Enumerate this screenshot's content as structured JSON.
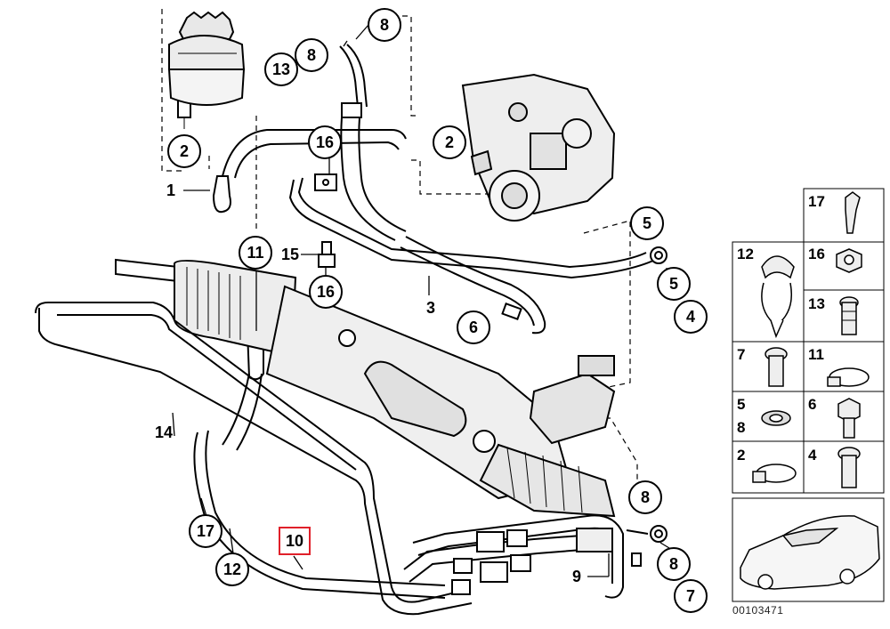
{
  "callouts": [
    {
      "id": "c-8-top",
      "label": "8"
    },
    {
      "id": "c-8-upper",
      "label": "8"
    },
    {
      "id": "c-13",
      "label": "13"
    },
    {
      "id": "c-2-left",
      "label": "2"
    },
    {
      "id": "c-2-pump",
      "label": "2"
    },
    {
      "id": "c-16-upper",
      "label": "16"
    },
    {
      "id": "c-11",
      "label": "11"
    },
    {
      "id": "c-16-lower",
      "label": "16"
    },
    {
      "id": "c-5-a",
      "label": "5"
    },
    {
      "id": "c-5-b",
      "label": "5"
    },
    {
      "id": "c-4",
      "label": "4"
    },
    {
      "id": "c-6",
      "label": "6"
    },
    {
      "id": "c-8-mid",
      "label": "8"
    },
    {
      "id": "c-8-low",
      "label": "8"
    },
    {
      "id": "c-7",
      "label": "7"
    },
    {
      "id": "c-17",
      "label": "17"
    },
    {
      "id": "c-12",
      "label": "12"
    }
  ],
  "plain_labels": [
    {
      "id": "p-1",
      "label": "1"
    },
    {
      "id": "p-15",
      "label": "15"
    },
    {
      "id": "p-3",
      "label": "3"
    },
    {
      "id": "p-14",
      "label": "14"
    },
    {
      "id": "p-9",
      "label": "9"
    }
  ],
  "highlighted_label": "10",
  "legend": {
    "cells": [
      {
        "labels": [
          "17"
        ],
        "part": "hose-clip"
      },
      {
        "labels": [
          "12"
        ],
        "part": "bracket-clip"
      },
      {
        "labels": [
          "16"
        ],
        "part": "hex-nut"
      },
      {
        "labels": [
          "13"
        ],
        "part": "banjo-bolt"
      },
      {
        "labels": [
          "7"
        ],
        "part": "banjo-bolt"
      },
      {
        "labels": [
          "11"
        ],
        "part": "hose-clamp"
      },
      {
        "labels": [
          "5",
          "8"
        ],
        "part": "sealing-ring"
      },
      {
        "labels": [
          "6"
        ],
        "part": "hex-bolt"
      },
      {
        "labels": [
          "2"
        ],
        "part": "hose-clamp"
      },
      {
        "labels": [
          "4"
        ],
        "part": "banjo-bolt"
      },
      {
        "labels": [],
        "part": "vehicle-silhouette"
      }
    ]
  },
  "reference_number": "00103471",
  "colors": {
    "highlight": "#e0202a",
    "line": "#000000",
    "shading": "#cfcfcf"
  }
}
